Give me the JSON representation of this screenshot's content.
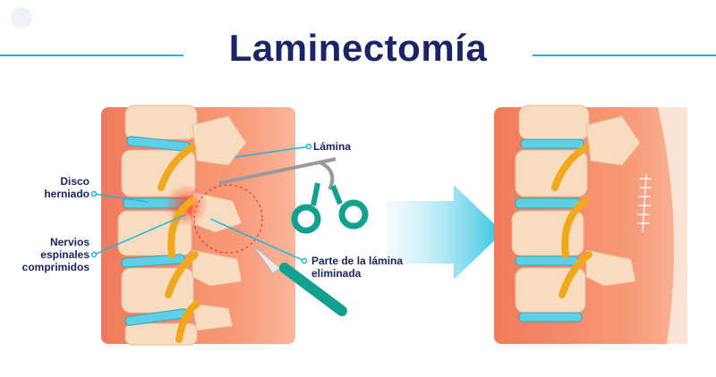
{
  "title": "Laminectomía",
  "labels": {
    "lamina": "Lámina",
    "disco": "Disco herniado",
    "nervios": "Nervios espinales comprimidos",
    "parte": "Parte de la lámina eliminada"
  },
  "colors": {
    "title": "#1b2467",
    "accent": "#19b5e8",
    "tool": "#12a08f",
    "background_panel": "#f5896a"
  }
}
